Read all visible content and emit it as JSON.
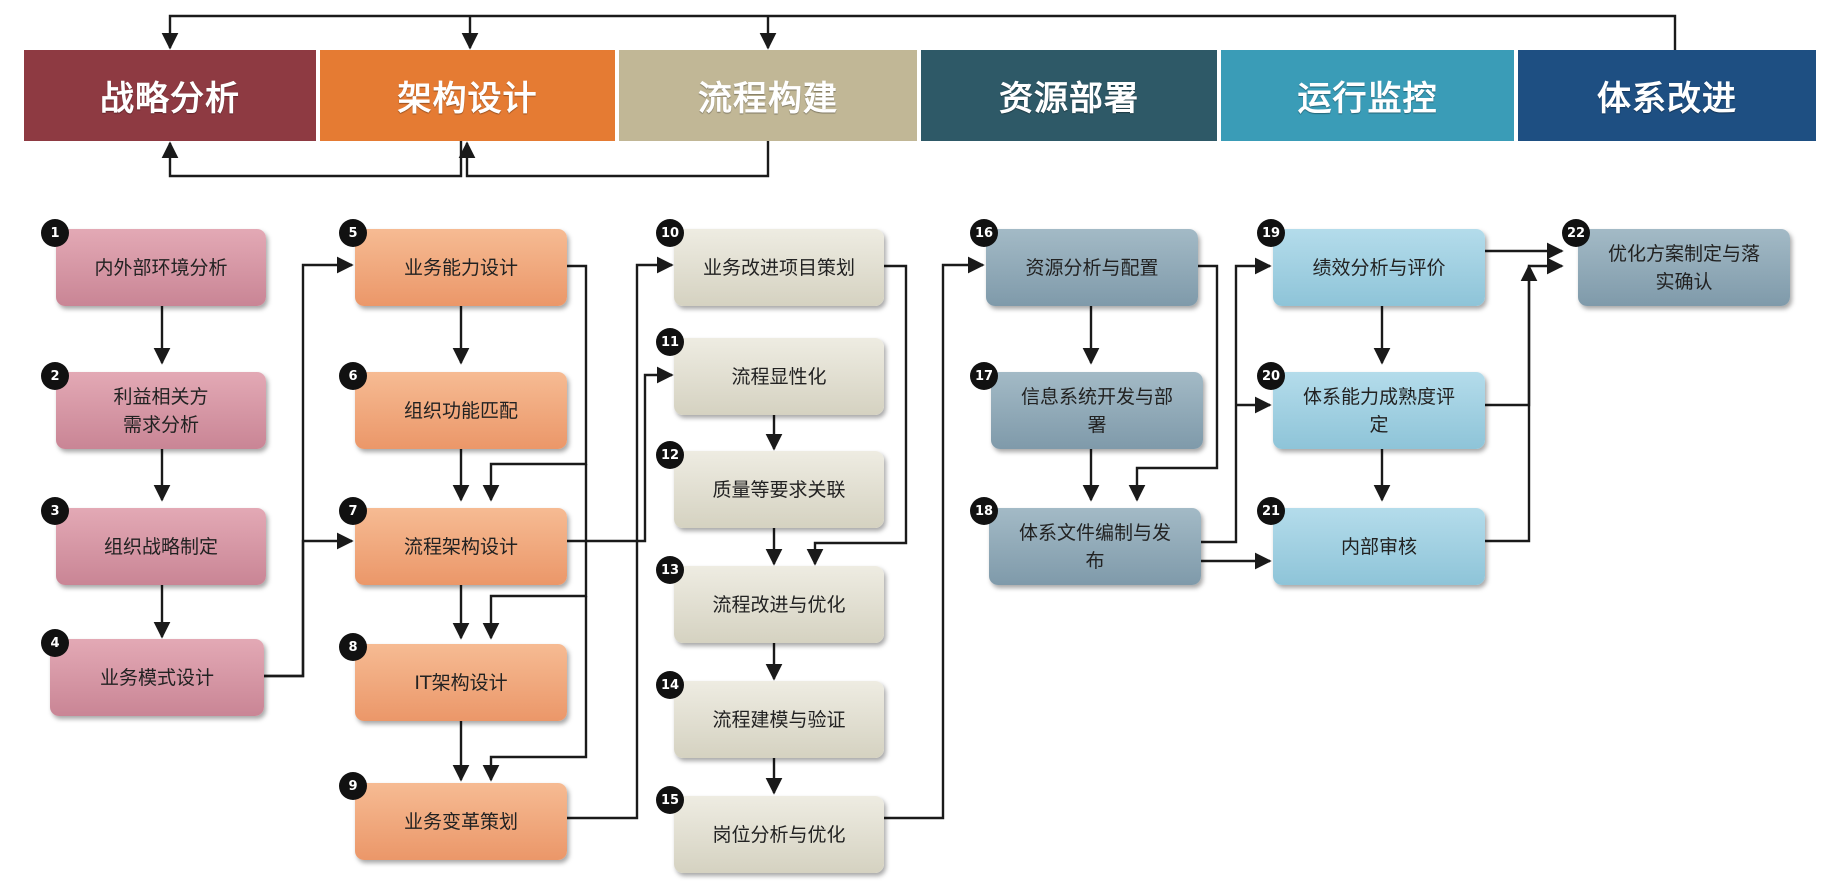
{
  "phases": [
    {
      "id": "p1",
      "label": "战略分析",
      "color": "#8e3a42"
    },
    {
      "id": "p2",
      "label": "架构设计",
      "color": "#e57b33"
    },
    {
      "id": "p3",
      "label": "流程构建",
      "color": "#c1b796"
    },
    {
      "id": "p4",
      "label": "资源部署",
      "color": "#2e5967"
    },
    {
      "id": "p5",
      "label": "运行监控",
      "color": "#3a9cb7"
    },
    {
      "id": "p6",
      "label": "体系改进",
      "color": "#1e4f82"
    }
  ],
  "steps": [
    {
      "num": "1",
      "label": "内外部环境分析"
    },
    {
      "num": "2",
      "label": "利益相关方\n需求分析"
    },
    {
      "num": "3",
      "label": "组织战略制定"
    },
    {
      "num": "4",
      "label": "业务模式设计"
    },
    {
      "num": "5",
      "label": "业务能力设计"
    },
    {
      "num": "6",
      "label": "组织功能匹配"
    },
    {
      "num": "7",
      "label": "流程架构设计"
    },
    {
      "num": "8",
      "label": "IT架构设计"
    },
    {
      "num": "9",
      "label": "业务变革策划"
    },
    {
      "num": "10",
      "label": "业务改进项目策划"
    },
    {
      "num": "11",
      "label": "流程显性化"
    },
    {
      "num": "12",
      "label": "质量等要求关联"
    },
    {
      "num": "13",
      "label": "流程改进与优化"
    },
    {
      "num": "14",
      "label": "流程建模与验证"
    },
    {
      "num": "15",
      "label": "岗位分析与优化"
    },
    {
      "num": "16",
      "label": "资源分析与配置"
    },
    {
      "num": "17",
      "label": "信息系统开发与部\n署"
    },
    {
      "num": "18",
      "label": "体系文件编制与发\n布"
    },
    {
      "num": "19",
      "label": "绩效分析与评价"
    },
    {
      "num": "20",
      "label": "体系能力成熟度评\n定"
    },
    {
      "num": "21",
      "label": "内部审核"
    },
    {
      "num": "22",
      "label": "优化方案制定与落\n实确认"
    }
  ]
}
